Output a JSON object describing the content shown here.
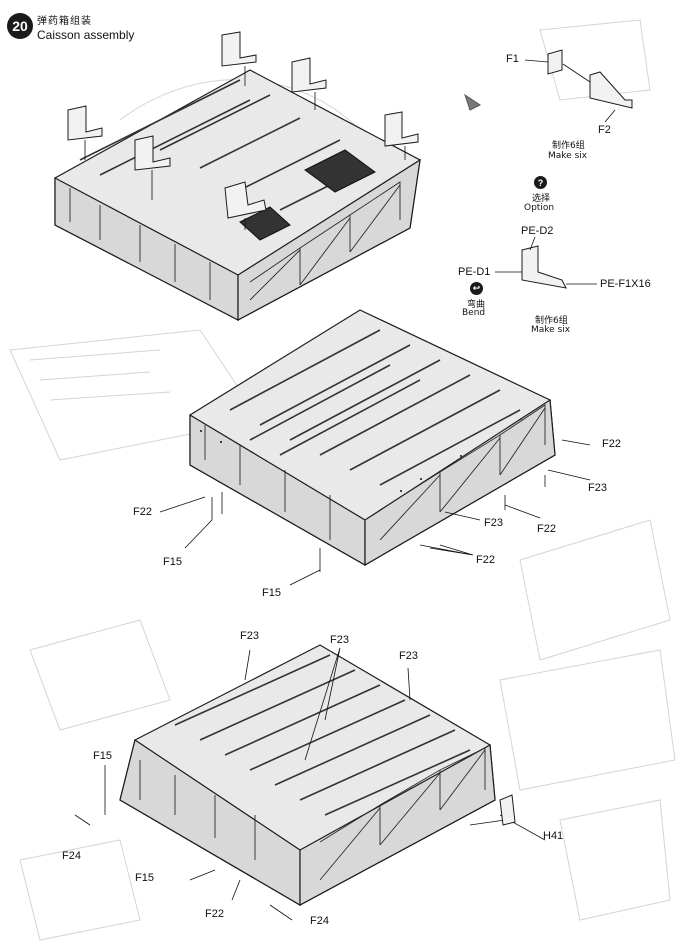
{
  "step": {
    "number": "20",
    "title_zh": "弹药箱组装",
    "title_en": "Caisson assembly"
  },
  "callouts": {
    "f1": "F1",
    "f2": "F2",
    "make_six_zh_1": "制作6组",
    "make_six_en_1": "Make six",
    "option_zh": "选择",
    "option_en": "Option",
    "option_icon": "question-mark-icon",
    "pe_d2": "PE-D2",
    "pe_d1": "PE-D1",
    "pe_f1x16": "PE-F1X16",
    "bend_zh": "弯曲",
    "bend_en": "Bend",
    "bend_icon": "bend-arrow-icon",
    "make_six_zh_2": "制作6组",
    "make_six_en_2": "Make six"
  },
  "middle_labels": {
    "f22_right_top": "F22",
    "f23_right": "F23",
    "f22_right_mid": "F22",
    "f23_mid": "F23",
    "f22_bottom": "F22",
    "f22_left": "F22",
    "f15_left": "F15",
    "f15_bottom": "F15"
  },
  "lower_labels": {
    "f23_a": "F23",
    "f23_b": "F23",
    "f23_c": "F23",
    "f15_left": "F15",
    "f24_left": "F24",
    "h41": "H41",
    "f15_bottom": "F15",
    "f22_bottom": "F22",
    "f24_bottom": "F24"
  },
  "colors": {
    "badge": "#1a1a1a",
    "line": "#1c1c1c",
    "ghost": "#d4d4d4"
  }
}
